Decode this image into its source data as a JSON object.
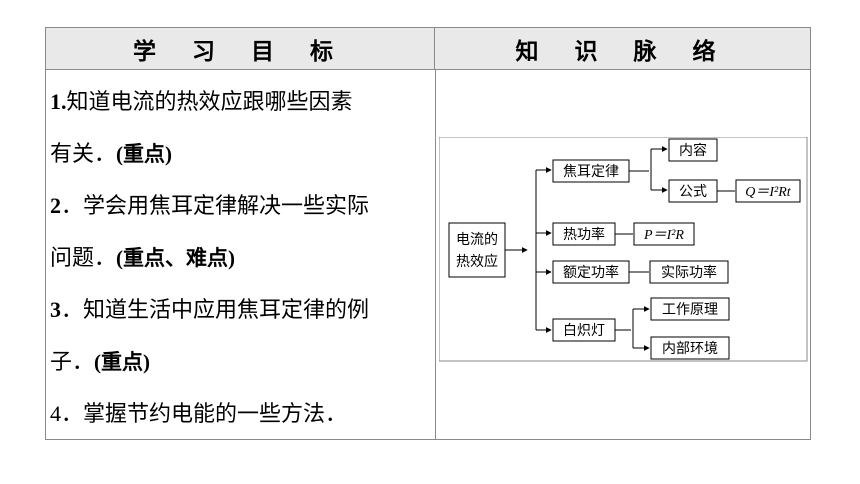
{
  "header": {
    "goals_title": "学 习 目 标",
    "map_title": "知 识 脉 络"
  },
  "goals": [
    {
      "num": "1.",
      "line1": "知道电流的热效应跟哪些因素",
      "line2": "有关．",
      "tag": "(重点)"
    },
    {
      "num": "2",
      "line1": "．学会用焦耳定律解决一些实际",
      "line2": "问题．",
      "tag": "(重点、难点)"
    },
    {
      "num": "3",
      "line1": "．知道生活中应用焦耳定律的例",
      "line2": "子．",
      "tag": "(重点)"
    },
    {
      "num": "4",
      "line1": "．掌握节约电能的一些方法．"
    }
  ],
  "mindmap": {
    "root": "电流的\n热效应",
    "root_line1": "电流的",
    "root_line2": "热效应",
    "branches": {
      "joule_law": "焦耳定律",
      "content": "内容",
      "formula": "公式",
      "formula_expr": "Q＝I²Rt",
      "thermal_power": "热功率",
      "thermal_power_expr": "P＝I²R",
      "rated_power": "额定功率",
      "actual_power": "实际功率",
      "bulb": "白炽灯",
      "working_principle": "工作原理",
      "internal_env": "内部环境"
    }
  }
}
